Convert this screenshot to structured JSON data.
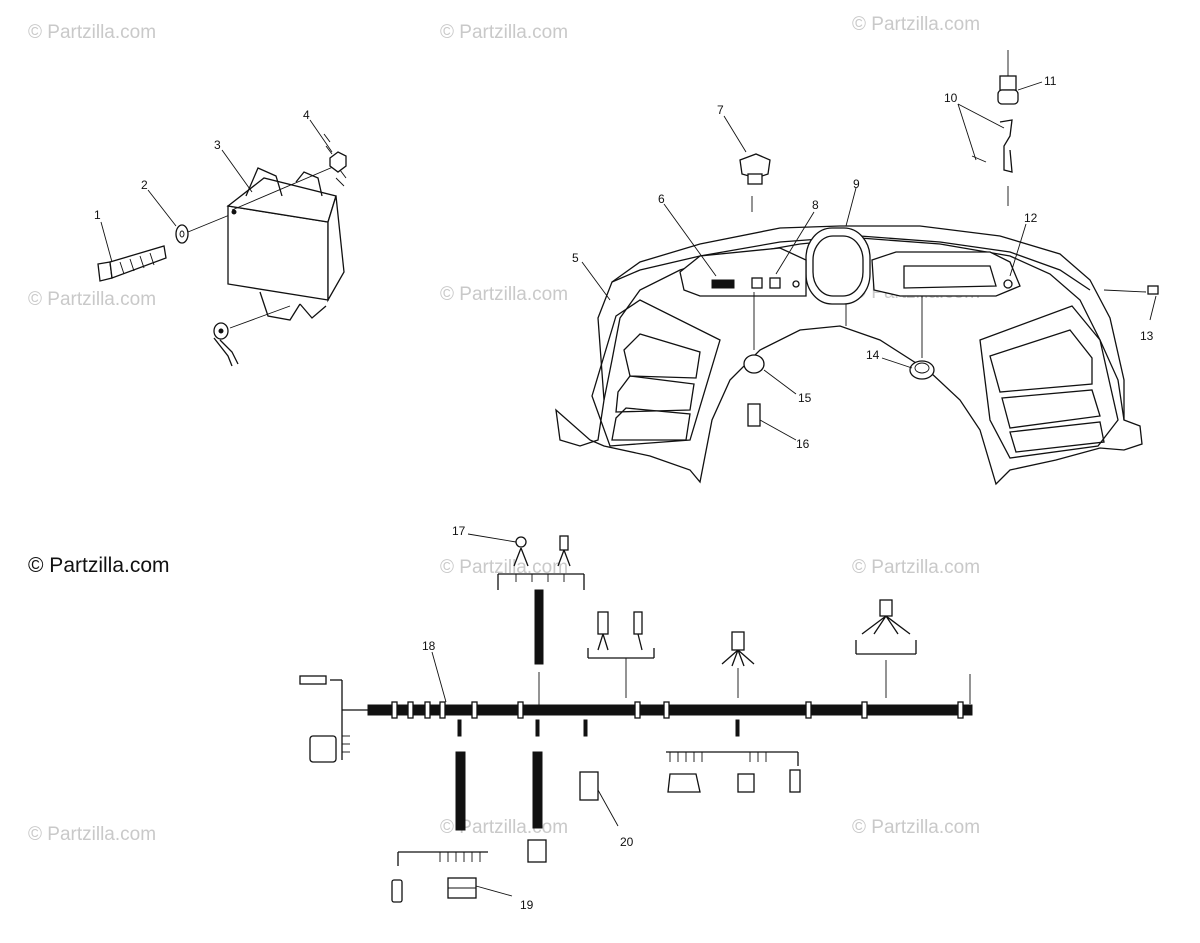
{
  "diagram": {
    "watermark_text": "© Partzilla.com",
    "main_watermark_text": "© Partzilla.com",
    "callouts": [
      {
        "id": "c1",
        "label": "1"
      },
      {
        "id": "c2",
        "label": "2"
      },
      {
        "id": "c3",
        "label": "3"
      },
      {
        "id": "c4",
        "label": "4"
      },
      {
        "id": "c5",
        "label": "5"
      },
      {
        "id": "c6",
        "label": "6"
      },
      {
        "id": "c7",
        "label": "7"
      },
      {
        "id": "c8",
        "label": "8"
      },
      {
        "id": "c9",
        "label": "9"
      },
      {
        "id": "c10",
        "label": "10"
      },
      {
        "id": "c11",
        "label": "11"
      },
      {
        "id": "c12",
        "label": "12"
      },
      {
        "id": "c13",
        "label": "13"
      },
      {
        "id": "c14",
        "label": "14"
      },
      {
        "id": "c15",
        "label": "15"
      },
      {
        "id": "c16",
        "label": "16"
      },
      {
        "id": "c17",
        "label": "17"
      },
      {
        "id": "c18",
        "label": "18"
      },
      {
        "id": "c19",
        "label": "19"
      },
      {
        "id": "c20",
        "label": "20"
      }
    ]
  }
}
